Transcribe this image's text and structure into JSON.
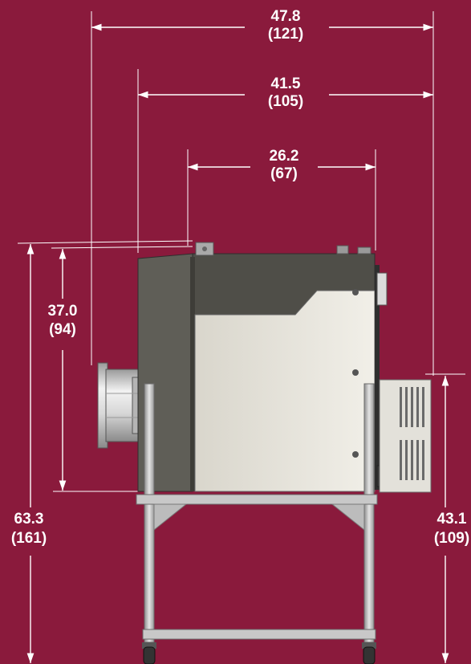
{
  "colors": {
    "background": "#8a1a3c",
    "dimension": "#ffffff",
    "cabinet_dark": "#5c5b54",
    "cabinet_light": "#e6e3da",
    "frame": "#bdbdbd"
  },
  "dimensions": {
    "overall_width": {
      "value": "47.8",
      "metric": "(121)"
    },
    "body_width": {
      "value": "41.5",
      "metric": "(105)"
    },
    "cabinet_width": {
      "value": "26.2",
      "metric": "(67)"
    },
    "cabinet_height": {
      "value": "37.0",
      "metric": "(94)"
    },
    "overall_height": {
      "value": "63.3",
      "metric": "(161)"
    },
    "panel_height": {
      "value": "43.1",
      "metric": "(109)"
    }
  }
}
